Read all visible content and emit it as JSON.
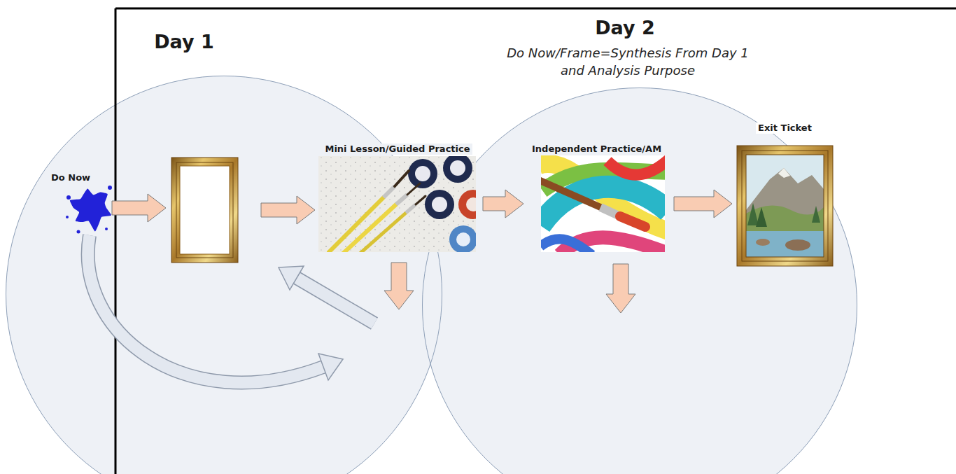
{
  "diagram": {
    "nodes": [
      {
        "text": [
          "Day 1"
        ]
      },
      {
        "text": [
          "Do Now"
        ],
        "in": 0
      },
      {
        "text": [
          "Mini Lesson/Guided Practice"
        ],
        "in": 0
      },
      {
        "text": [
          "Day 2",
          "Do Now/Frame=Synthesis From Day 1 and Analysis Purpose"
        ]
      },
      {
        "text": [
          "Independent Practice/AM"
        ],
        "in": 3
      },
      {
        "text": [
          "Exit Ticket"
        ],
        "in": 3
      }
    ],
    "edges": [
      {
        "from": 2,
        "to": 4,
        "arrow": "to"
      },
      {
        "from": 4,
        "to": 5,
        "arrow": "to"
      }
    ]
  }
}
